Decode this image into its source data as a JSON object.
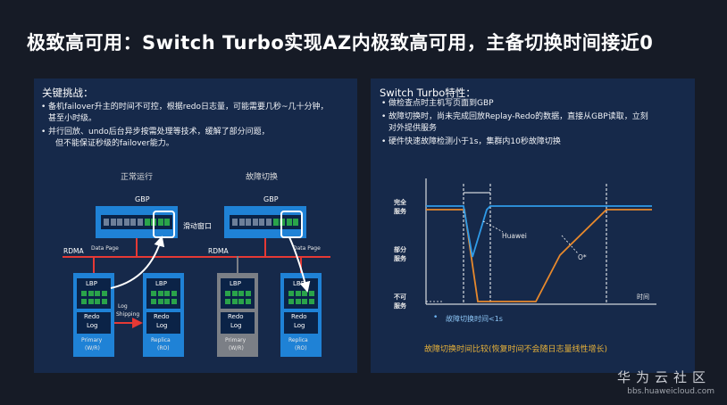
{
  "slide": {
    "title": "极致高可用：Switch Turbo实现AZ内极致高可用，主备切换时间接近0"
  },
  "left": {
    "heading": "关键挑战：",
    "bullets": [
      "备机failover升主的时间不可控，根据redo日志量，可能需要几秒~几十分钟，",
      "甚至小时级。",
      "并行回放、undo后台异步按需处理等技术，缓解了部分问题，",
      "但不能保证秒级的failover能力。"
    ],
    "diagram": {
      "normal_label": "正常运行",
      "failover_label": "故障切换",
      "gbp": "GBP",
      "sliding_window": "滑动窗口",
      "rdma": "RDMA",
      "data_page": "Data Page",
      "lbp": "LBP",
      "redo": "Redo",
      "log": "Log",
      "log_shipping_1": "Log",
      "log_shipping_2": "Shipping",
      "primary": "Primary",
      "primary_mode": "(W/R)",
      "replica": "Replica",
      "replica_mode": "(RO)",
      "colors": {
        "primary_box": "#1f82d6",
        "failed_box": "#7b7f86",
        "link": "#e53935",
        "cache_cell": "#2aa34a"
      }
    }
  },
  "right": {
    "heading": "Switch Turbo特性：",
    "bullets": [
      "做检查点时主机写页面到GBP",
      "故障切换时，尚未完成回放Replay-Redo的数据，直接从GBP读取，立刻",
      "对外提供服务",
      "硬件快速故障检测小于1s，集群内10秒故障切换"
    ],
    "chart": {
      "y_top_1": "完全",
      "y_top_2": "服务",
      "y_mid_1": "部分",
      "y_mid_2": "服务",
      "y_low_1": "不可",
      "y_low_2": "服务",
      "x_label": "时间",
      "huawei_label": "Huawei",
      "other_label": "O*",
      "note": "故障切换时间<1s",
      "caption": "故障切换时间比较(恢复时间不会随日志量线性增长)",
      "colors": {
        "huawei": "#2f9be8",
        "other": "#e8892c",
        "caption": "#e8b23a"
      }
    }
  },
  "watermark": {
    "brand": "华为云社区",
    "url": "bbs.huaweicloud.com"
  }
}
